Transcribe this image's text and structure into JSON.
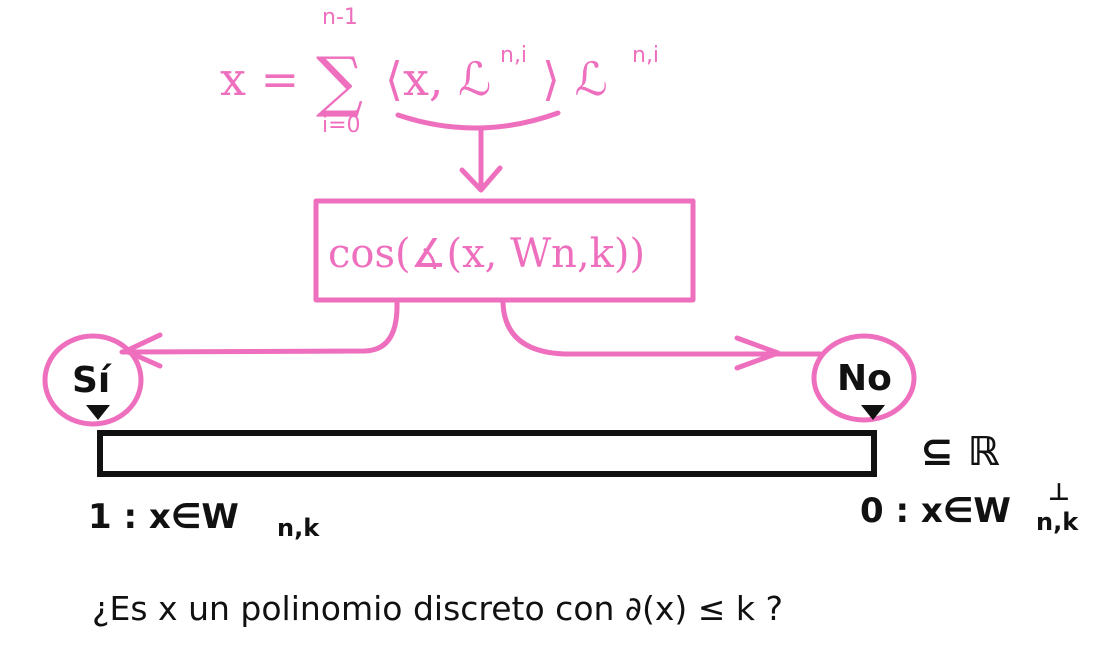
{
  "formula": {
    "lhs": "x = ",
    "sum_symbol": "∑",
    "sum_upper": "n-1",
    "sum_lower": "i=0",
    "term": "⟨x, ℒ",
    "term_sup": "n,i",
    "term_close": "⟩ ℒ",
    "term_close_sup": "n,i"
  },
  "box": {
    "label": "cos(∡(x, Wn,k))"
  },
  "yes_bubble": {
    "label": "Sí"
  },
  "no_bubble": {
    "label": "No"
  },
  "interval": {
    "left_label": "1 : x∈W",
    "left_sub": "n,k",
    "right_label": "0 : x∈W",
    "right_sup": "⊥",
    "right_sub": "n,k",
    "set_label": "⊆ ℝ"
  },
  "question": {
    "text": "¿Es x un polinomio discreto con ∂(x) ≤ k ?"
  },
  "colors": {
    "accent": "#ee6fbd",
    "ink": "#111111"
  }
}
